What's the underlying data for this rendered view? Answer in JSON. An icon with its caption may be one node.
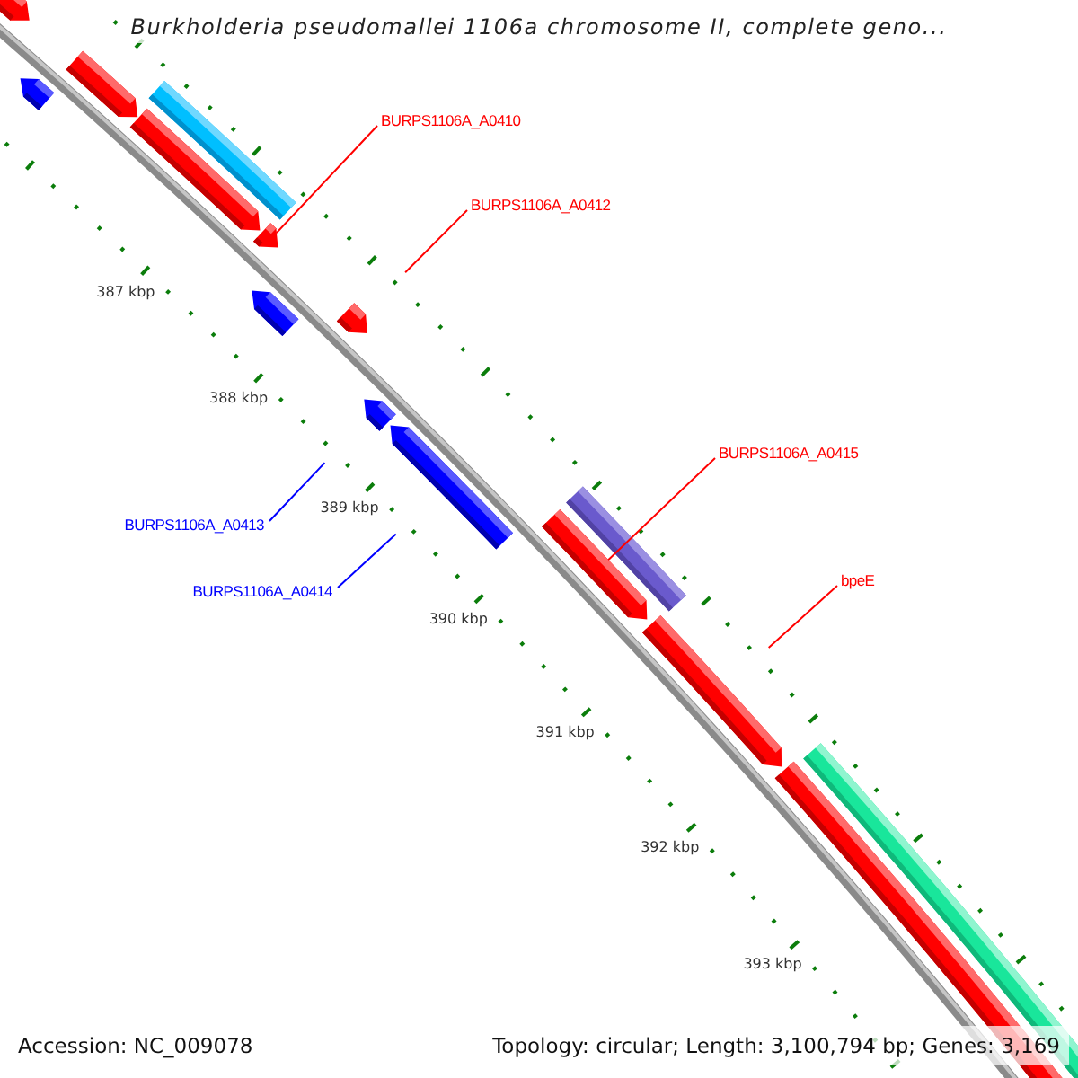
{
  "diagram": {
    "title": "Burkholderia pseudomallei 1106a chromosome II, complete geno...",
    "nodes": [
      {
        "text": [
          "BURPS1106A_A0410"
        ]
      },
      {
        "text": [
          "BURPS1106A_A0412"
        ]
      },
      {
        "text": [
          "BURPS1106A_A0415"
        ]
      },
      {
        "text": [
          "BURPS1106A_A0413"
        ]
      },
      {
        "text": [
          "bpeE"
        ]
      },
      {
        "text": [
          "BURPS1106A_A0414"
        ]
      },
      {
        "text": [],
        "shape": "pentagon"
      },
      {
        "text": [],
        "shape": "pentagon"
      },
      {
        "text": [],
        "shape": "pentagon"
      },
      {
        "text": [],
        "shape": "bar"
      },
      {
        "text": [],
        "shape": "pentagon"
      },
      {
        "text": [],
        "shape": "pentagon"
      },
      {
        "text": [],
        "shape": "pentagon"
      },
      {
        "text": [],
        "shape": "pentagon"
      },
      {
        "text": [],
        "shape": "pentagon"
      },
      {
        "text": [],
        "shape": "pentagon"
      },
      {
        "text": [],
        "shape": "bar"
      },
      {
        "text": [],
        "shape": "pentagon"
      },
      {
        "text": [],
        "shape": "pentagon"
      },
      {
        "text": [],
        "shape": "bar"
      },
      {
        "text": [],
        "shape": "bar"
      }
    ],
    "edges": [
      {
        "from": 0,
        "to": 11,
        "arrow": "none"
      },
      {
        "from": 1,
        "to": 13,
        "arrow": "none"
      },
      {
        "from": 2,
        "to": 17,
        "arrow": "none"
      },
      {
        "from": 3,
        "to": 14,
        "arrow": "none",
        "color": "#0000ff"
      },
      {
        "from": 4,
        "to": 18,
        "arrow": "none"
      },
      {
        "from": 5,
        "to": 15,
        "arrow": "none",
        "color": "#0000ff"
      }
    ],
    "labels": [
      "387 kbp",
      "388 kbp",
      "389 kbp",
      "390 kbp",
      "391 kbp",
      "392 kbp",
      "393 kbp",
      "Accession: NC_009078",
      "Topology: circular; Length: 3,100,794 bp; Genes: 3,169"
    ]
  }
}
